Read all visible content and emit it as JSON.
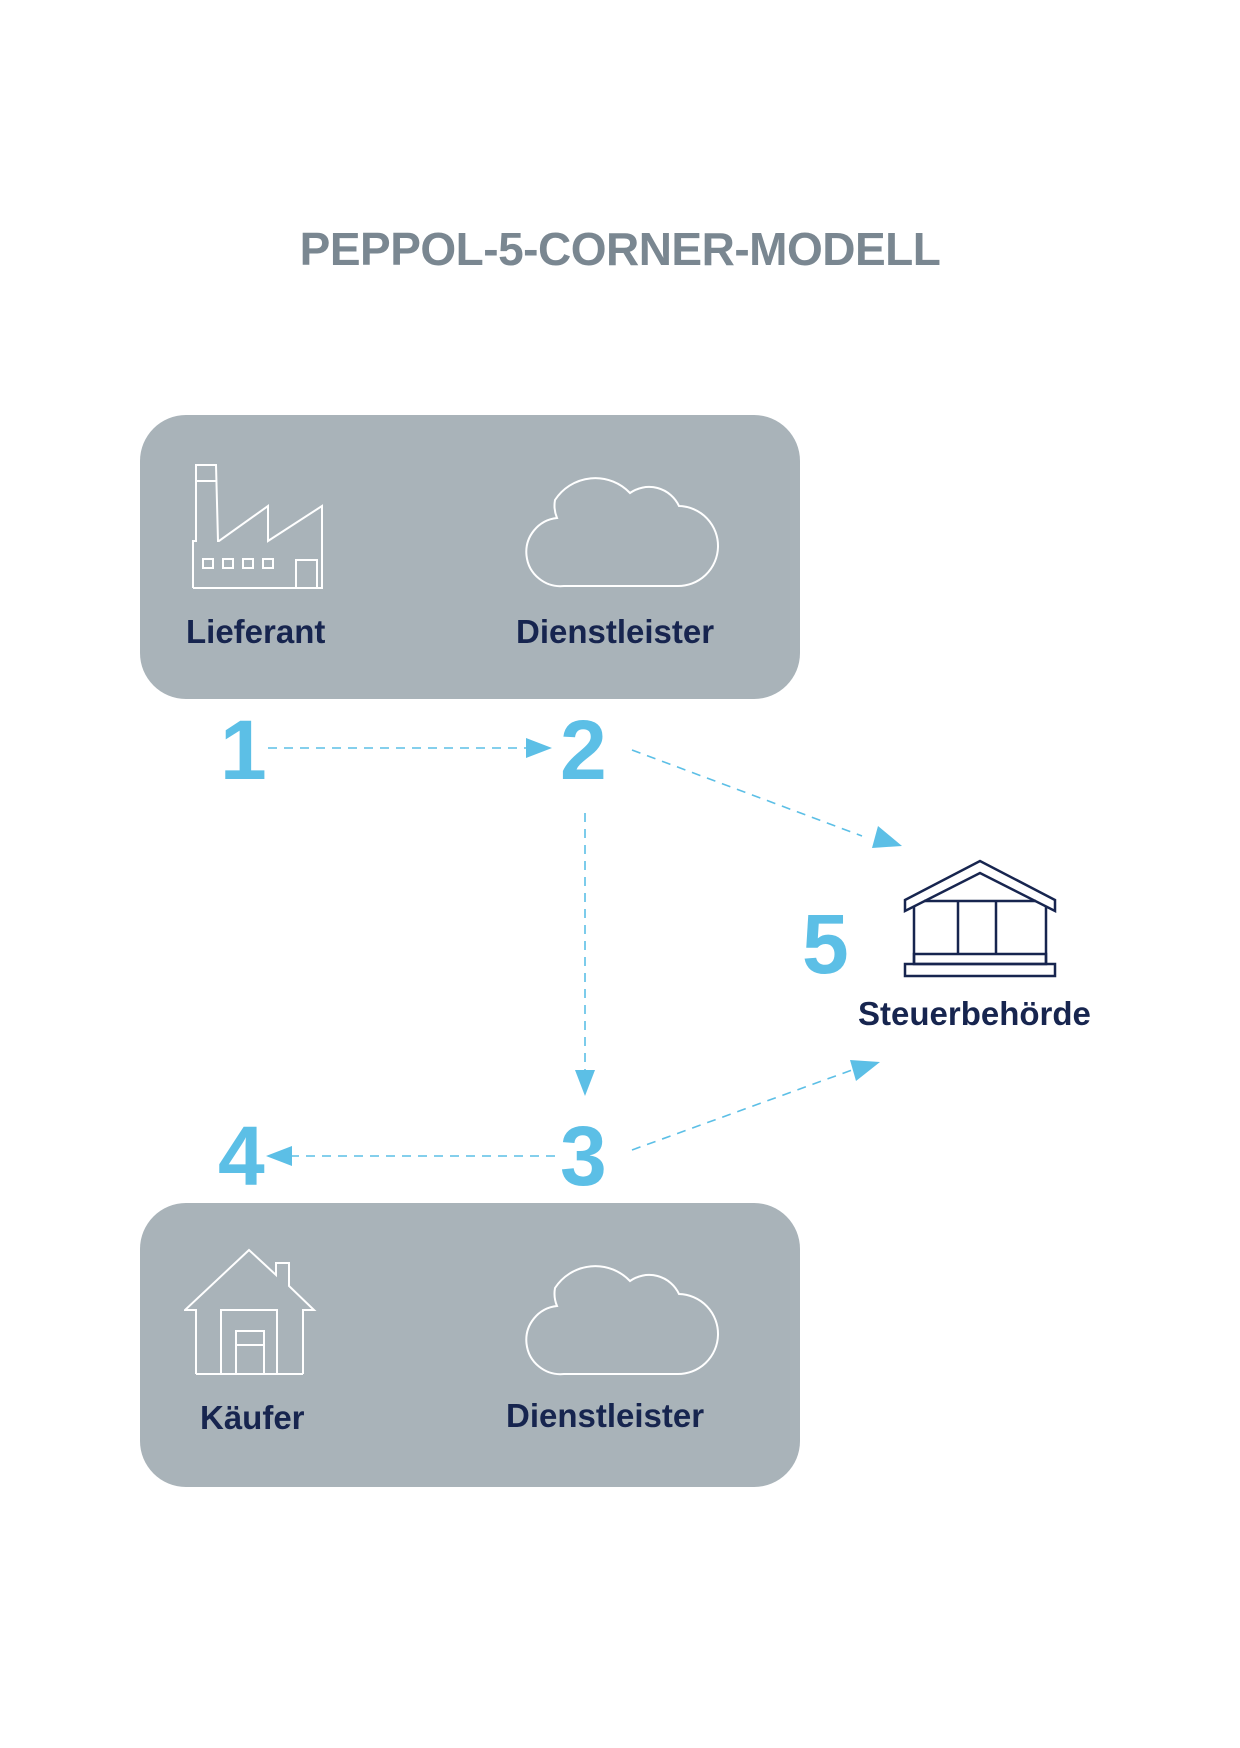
{
  "title": "PEPPOL-5-CORNER-MODELL",
  "colors": {
    "title": "#7a8791",
    "panel": "#a9b3b9",
    "label": "#17254f",
    "accent": "#5cbfe6",
    "authority_icon": "#17254f"
  },
  "top_panel": {
    "left_label": "Lieferant",
    "left_icon": "factory-icon",
    "right_label": "Dienstleister",
    "right_icon": "cloud-icon"
  },
  "bottom_panel": {
    "left_label": "Käufer",
    "left_icon": "house-icon",
    "right_label": "Dienstleister",
    "right_icon": "cloud-icon"
  },
  "authority": {
    "label": "Steuerbehörde",
    "icon": "authority-building-icon"
  },
  "corners": [
    "1",
    "2",
    "3",
    "4",
    "5"
  ],
  "flows": [
    {
      "from": "1",
      "to": "2"
    },
    {
      "from": "2",
      "to": "3"
    },
    {
      "from": "2",
      "to": "5"
    },
    {
      "from": "3",
      "to": "4"
    },
    {
      "from": "3",
      "to": "5"
    }
  ]
}
